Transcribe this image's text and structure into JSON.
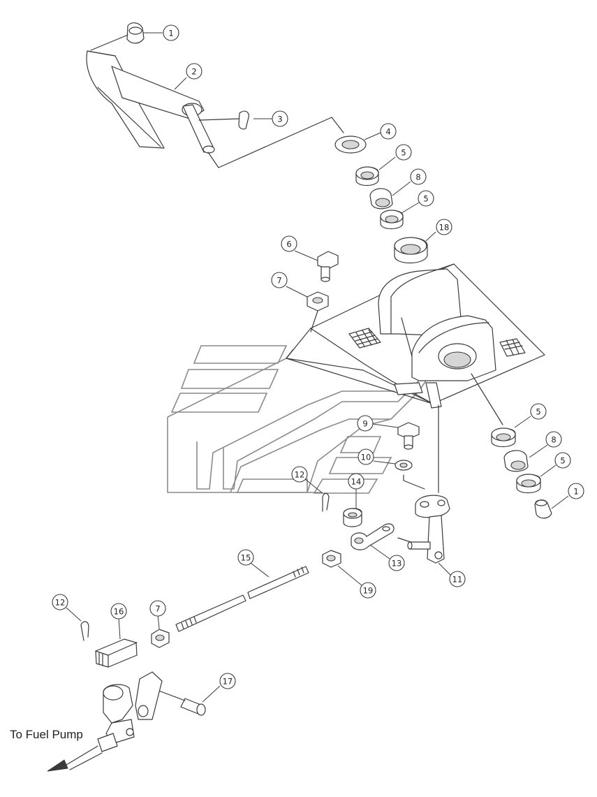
{
  "caption": "To Fuel Pump",
  "callouts": [
    "1",
    "2",
    "3",
    "4",
    "5",
    "5",
    "8",
    "5",
    "18",
    "6",
    "7",
    "5",
    "8",
    "5",
    "1",
    "9",
    "10",
    "12",
    "14",
    "13",
    "11",
    "15",
    "19",
    "12",
    "16",
    "7",
    "17"
  ],
  "colors": {
    "line": "#3a3a3a",
    "shade": "#d6d6d6",
    "background": "#ffffff"
  }
}
